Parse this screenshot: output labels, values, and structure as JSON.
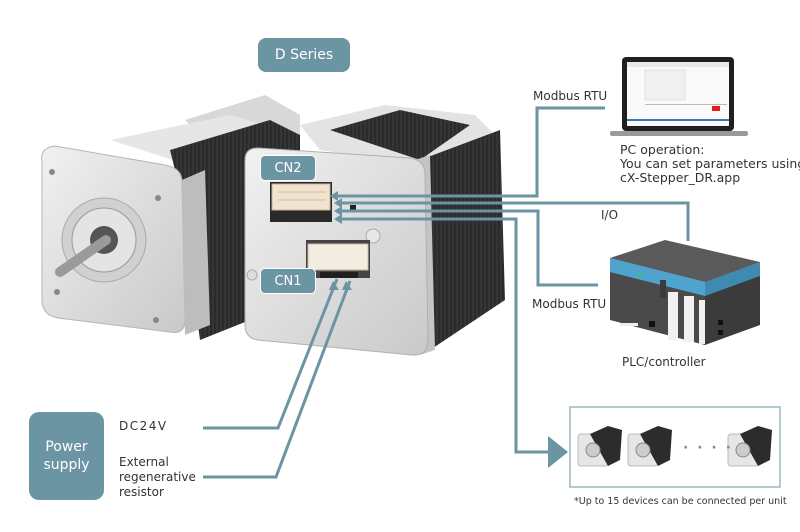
{
  "series_badge": "D Series",
  "connectors": {
    "cn2": "CN2",
    "cn1": "CN1"
  },
  "pc": {
    "link_label": "Modbus RTU",
    "caption_lines": [
      "PC operation:",
      "You can set parameters using",
      "cX-Stepper_DR.app"
    ]
  },
  "plc": {
    "io_label": "I/O",
    "link_label": "Modbus RTU",
    "caption": "PLC/controller"
  },
  "power": {
    "badge_lines": [
      "Power",
      "supply"
    ],
    "dc_label": "DC24V",
    "resistor_lines": [
      "External",
      "regenerative",
      "resistor"
    ]
  },
  "chain": {
    "note": "*Up to 15 devices can be connected per unit",
    "ellipsis": "· · · ·"
  },
  "colors": {
    "accent": "#6b95a2",
    "line": "#6b95a2",
    "plc_blue": "#4fa3cf"
  }
}
